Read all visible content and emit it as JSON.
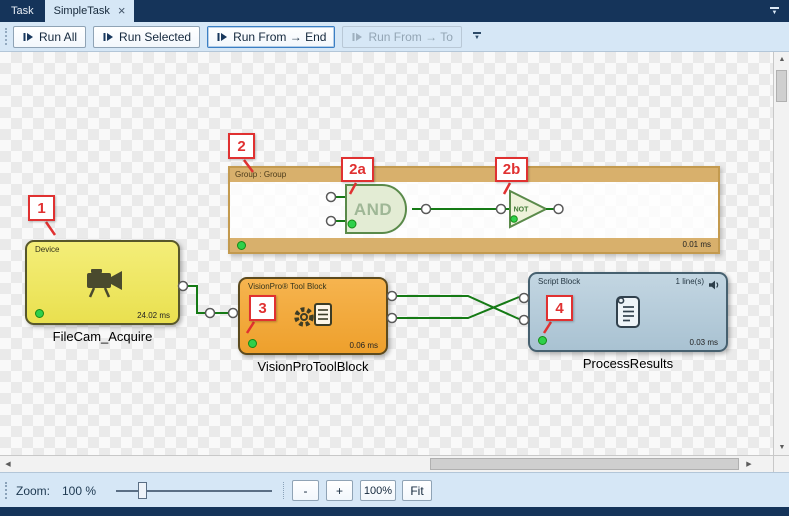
{
  "tabbar": {
    "task_tab": "Task",
    "active_tab": "SimpleTask"
  },
  "toolbar": {
    "run_all": "Run All",
    "run_selected": "Run Selected",
    "run_from_end": "Run From → End",
    "run_from_to": "Run From → To"
  },
  "canvas": {
    "callout_1": "1",
    "callout_2": "2",
    "callout_2a": "2a",
    "callout_2b": "2b",
    "callout_3": "3",
    "callout_4": "4",
    "device": {
      "header": "Device",
      "time": "24.02 ms",
      "label": "FileCam_Acquire"
    },
    "group": {
      "header": "Group : Group",
      "time": "0.01 ms",
      "and_gate": "AND",
      "not_gate": "NOT"
    },
    "toolblock": {
      "header": "VisionPro® Tool Block",
      "time": "0.06 ms",
      "label": "VisionProToolBlock"
    },
    "script": {
      "header": "Script Block",
      "lines": "1 line(s)",
      "time": "0.03 ms",
      "label": "ProcessResults"
    }
  },
  "zoombar": {
    "label": "Zoom:",
    "value": "100 %",
    "minus": "-",
    "plus": "+",
    "hundred": "100%",
    "fit": "Fit"
  },
  "icons": {
    "close": "×",
    "dropdown": "▼",
    "overflow": "▼",
    "scroll_up": "▲",
    "scroll_down": "▼",
    "scroll_left": "◀",
    "scroll_right": "▶"
  },
  "colors": {
    "title_navy": "#15345a",
    "toolbar_blue": "#d6e7f6",
    "device_yellow": "#ece458",
    "toolblock_orange": "#f1a93c",
    "script_blue_gray": "#b5cbd9",
    "group_tan": "#d8b06c",
    "wire_green": "#157a15",
    "status_green": "#2fd04a",
    "callout_red": "#e03131"
  }
}
